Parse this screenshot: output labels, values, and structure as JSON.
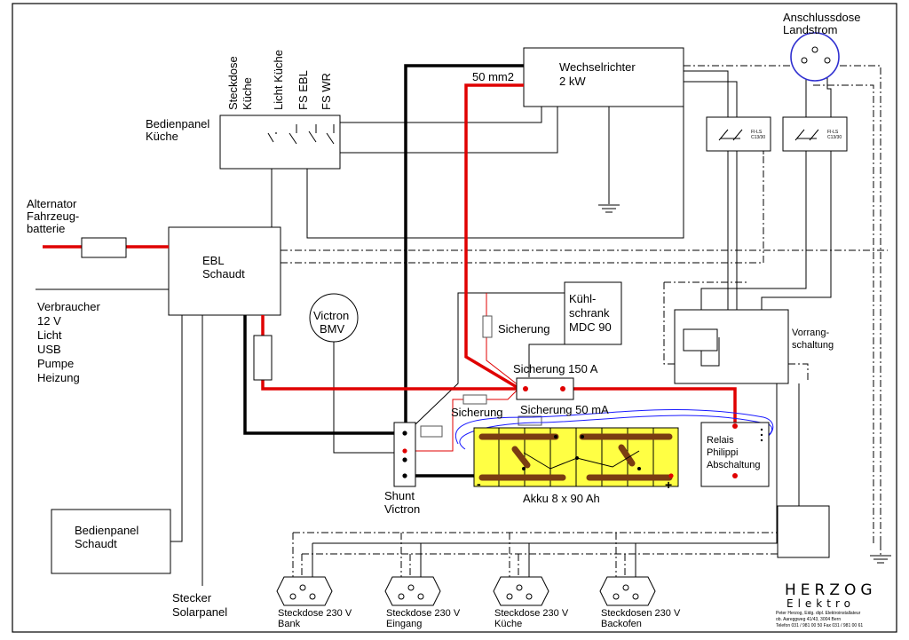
{
  "diagram": {
    "steckdose_kueche_1": "Steckdose",
    "steckdose_kueche_2": "Küche",
    "licht_kueche": "Licht Küche",
    "fs_ebl": "FS EBL",
    "fs_wr": "FS WR",
    "bedienpanel_kueche_1": "Bedienpanel",
    "bedienpanel_kueche_2": "Küche",
    "wechselrichter_1": "Wechselrichter",
    "wechselrichter_2": "2 kW",
    "cable_50mm2": "50 mm2",
    "anschlussdose_1": "Anschlussdose",
    "anschlussdose_2": "Landstrom",
    "fi_ls_1": "FI-LS",
    "fi_ls_1_rating": "C13/30",
    "fi_ls_2": "FI-LS",
    "fi_ls_2_rating": "C13/30",
    "alternator_1": "Alternator",
    "alternator_2": "Fahrzeug-",
    "alternator_3": "batterie",
    "ebl_1": "EBL",
    "ebl_2": "Schaudt",
    "verbraucher_1": "Verbraucher",
    "verbraucher_2": "12 V",
    "verbraucher_3": "Licht",
    "verbraucher_4": "USB",
    "verbraucher_5": "Pumpe",
    "verbraucher_6": "Heizung",
    "victron_bmv_1": "Victron",
    "victron_bmv_2": "BMV",
    "kuehlschrank_1": "Kühl-",
    "kuehlschrank_2": "schrank",
    "kuehlschrank_3": "MDC 90",
    "sicherung_kuehl": "Sicherung",
    "sicherung_150": "Sicherung 150 A",
    "sicherung_shunt": "Sicherung",
    "sicherung_50ma": "Sicherung 50 mA",
    "vorrang_1": "Vorrang-",
    "vorrang_2": "schaltung",
    "relais_1": "Relais",
    "relais_2": "Philippi",
    "relais_3": "Abschaltung",
    "shunt_1": "Shunt",
    "shunt_2": "Victron",
    "akku": "Akku 8 x 90 Ah",
    "minus": "-",
    "plus": "+",
    "bedienpanel_schaudt_1": "Bedienpanel",
    "bedienpanel_schaudt_2": "Schaudt",
    "stecker_solar_1": "Stecker",
    "stecker_solar_2": "Solarpanel",
    "outlet_bank_1": "Steckdose 230 V",
    "outlet_bank_2": "Bank",
    "outlet_eingang_1": "Steckdose 230 V",
    "outlet_eingang_2": "Eingang",
    "outlet_kueche_1": "Steckdose 230 V",
    "outlet_kueche_2": "Küche",
    "outlet_backofen_1": "Steckdosen 230 V",
    "outlet_backofen_2": "Backofen"
  },
  "logo": {
    "line1": "HERZOG",
    "line2": "Elektro",
    "line3": "Peter Herzog,    Eidg. dipl. Elektroinstallateur",
    "line4": "ob. Aareggweg 41/43, 3004 Bern",
    "line5": "Telefon 031 / 981 00 50 Fax 031 / 981 00 61"
  },
  "colors": {
    "dc_positive": "#e00000",
    "dc_negative": "#000000",
    "battery_fill": "#ffff44",
    "battery_connector": "#7a3d12",
    "signal_wire": "#1a1aff",
    "shore_power_outlet": "#2f2fd0"
  }
}
